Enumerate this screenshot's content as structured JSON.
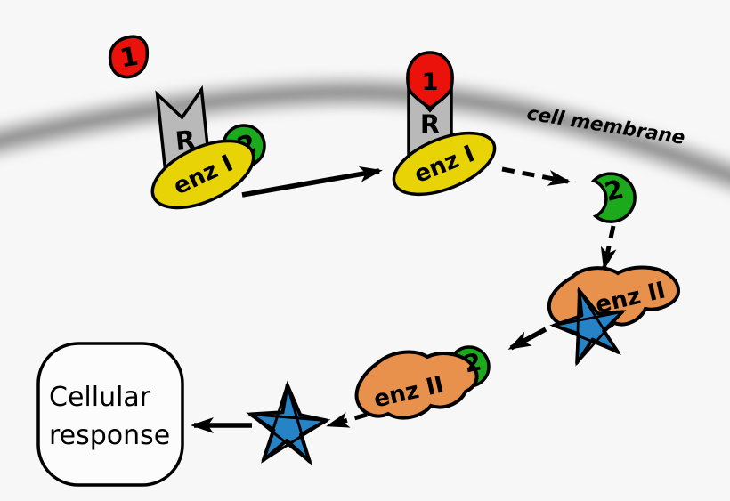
{
  "diagram": {
    "background_color": "#f7f7f7",
    "membrane": {
      "label": "cell membrane"
    },
    "labels": {
      "signal": "1",
      "receptor": "R",
      "messenger": "2",
      "enzyme_one": "enz I",
      "enzyme_two": "enz II"
    },
    "response_box": {
      "line1": "Cellular",
      "line2": "response"
    },
    "colors": {
      "signal_red": "#ea120b",
      "receptor_gray": "#b9b9b9",
      "enzyme_one_yellow": "#e7d306",
      "messenger_green": "#1da91c",
      "enzyme_two_orange": "#e8914d",
      "star_blue": "#2583c6",
      "membrane_gray": "#a3a3a3",
      "box_fill": "#fcfcfc",
      "outline_black": "#000000"
    }
  }
}
